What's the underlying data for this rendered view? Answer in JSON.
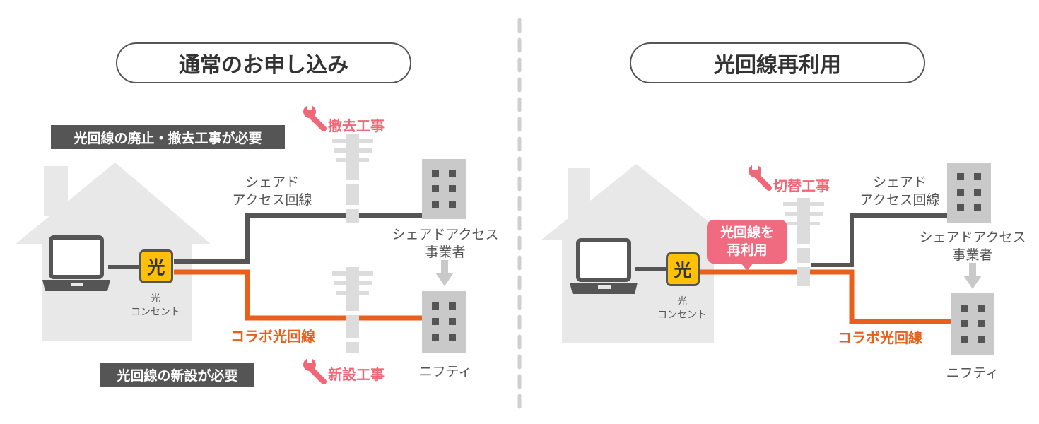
{
  "left": {
    "title": "通常のお申し込み",
    "label_top": "光回線の廃止・撤去工事が必要",
    "label_bottom": "光回線の新設が必要",
    "outlet_icon_char": "光",
    "outlet_caption": [
      "光",
      "コンセント"
    ],
    "shared_line_label": [
      "シェアド",
      "アクセス回線"
    ],
    "shared_provider": [
      "シェアドアクセス",
      "事業者"
    ],
    "collab_line": "コラボ光回線",
    "nifty": "ニフティ",
    "work_removal": "撤去工事",
    "work_new": "新設工事"
  },
  "right": {
    "title": "光回線再利用",
    "outlet_icon_char": "光",
    "outlet_caption": [
      "光",
      "コンセント"
    ],
    "switch_work": "切替工事",
    "reuse_bubble": [
      "光回線を",
      "再利用"
    ],
    "shared_line_label": [
      "シェアド",
      "アクセス回線"
    ],
    "shared_provider": [
      "シェアドアクセス",
      "事業者"
    ],
    "collab_line": "コラボ光回線",
    "nifty": "ニフティ"
  },
  "colors": {
    "dark_gray": "#555555",
    "light_gray": "#e8e8e8",
    "building_gray": "#c9c9c9",
    "orange": "#e8601c",
    "pink": "#f06a80",
    "yellow": "#ffc107"
  },
  "icons": [
    "house-icon",
    "laptop-icon",
    "utility-pole-icon",
    "building-icon",
    "wrench-icon",
    "arrow-down-icon"
  ]
}
